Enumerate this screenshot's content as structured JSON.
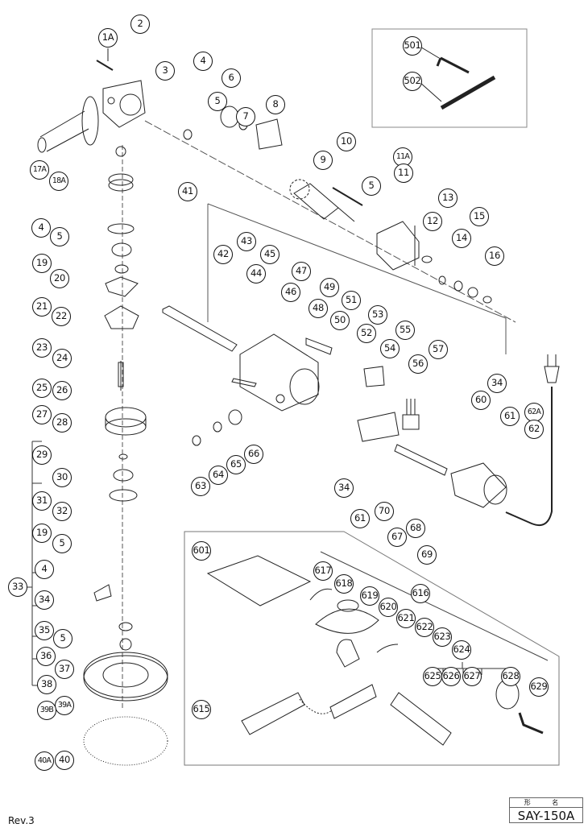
{
  "document": {
    "type": "exploded parts diagram",
    "revision": "Rev.3",
    "model_label_header": "形 名",
    "model": "SAY-150A"
  },
  "callouts": [
    {
      "id": "1A"
    },
    {
      "id": "2"
    },
    {
      "id": "3"
    },
    {
      "id": "4"
    },
    {
      "id": "5"
    },
    {
      "id": "6"
    },
    {
      "id": "7"
    },
    {
      "id": "8"
    },
    {
      "id": "9"
    },
    {
      "id": "10"
    },
    {
      "id": "11A"
    },
    {
      "id": "11"
    },
    {
      "id": "5"
    },
    {
      "id": "12"
    },
    {
      "id": "13"
    },
    {
      "id": "14"
    },
    {
      "id": "15"
    },
    {
      "id": "16"
    },
    {
      "id": "17A"
    },
    {
      "id": "18A"
    },
    {
      "id": "41"
    },
    {
      "id": "4"
    },
    {
      "id": "5"
    },
    {
      "id": "19"
    },
    {
      "id": "20"
    },
    {
      "id": "21"
    },
    {
      "id": "22"
    },
    {
      "id": "23"
    },
    {
      "id": "24"
    },
    {
      "id": "25"
    },
    {
      "id": "26"
    },
    {
      "id": "27"
    },
    {
      "id": "28"
    },
    {
      "id": "29"
    },
    {
      "id": "30"
    },
    {
      "id": "31"
    },
    {
      "id": "32"
    },
    {
      "id": "19"
    },
    {
      "id": "5"
    },
    {
      "id": "4"
    },
    {
      "id": "33"
    },
    {
      "id": "34"
    },
    {
      "id": "35"
    },
    {
      "id": "5"
    },
    {
      "id": "36"
    },
    {
      "id": "37"
    },
    {
      "id": "38"
    },
    {
      "id": "39A"
    },
    {
      "id": "39B"
    },
    {
      "id": "40A"
    },
    {
      "id": "40"
    },
    {
      "id": "42"
    },
    {
      "id": "43"
    },
    {
      "id": "44"
    },
    {
      "id": "45"
    },
    {
      "id": "46"
    },
    {
      "id": "47"
    },
    {
      "id": "48"
    },
    {
      "id": "49"
    },
    {
      "id": "50"
    },
    {
      "id": "51"
    },
    {
      "id": "52"
    },
    {
      "id": "53"
    },
    {
      "id": "54"
    },
    {
      "id": "55"
    },
    {
      "id": "56"
    },
    {
      "id": "57"
    },
    {
      "id": "60"
    },
    {
      "id": "34"
    },
    {
      "id": "61"
    },
    {
      "id": "62A"
    },
    {
      "id": "62"
    },
    {
      "id": "63"
    },
    {
      "id": "64"
    },
    {
      "id": "65"
    },
    {
      "id": "66"
    },
    {
      "id": "34"
    },
    {
      "id": "61"
    },
    {
      "id": "70"
    },
    {
      "id": "67"
    },
    {
      "id": "68"
    },
    {
      "id": "69"
    },
    {
      "id": "501"
    },
    {
      "id": "502"
    },
    {
      "id": "601"
    },
    {
      "id": "617"
    },
    {
      "id": "618"
    },
    {
      "id": "619"
    },
    {
      "id": "620"
    },
    {
      "id": "621"
    },
    {
      "id": "616"
    },
    {
      "id": "622"
    },
    {
      "id": "623"
    },
    {
      "id": "624"
    },
    {
      "id": "625"
    },
    {
      "id": "626"
    },
    {
      "id": "627"
    },
    {
      "id": "628"
    },
    {
      "id": "629"
    },
    {
      "id": "615"
    }
  ],
  "parts_depicted": {
    "side_handle": "17A",
    "gear_cover": "2",
    "armature": "9",
    "stator": "11",
    "housing": "46",
    "switch": "54",
    "tail_cover": "60",
    "cord": "62",
    "pad": "39A",
    "sanding_disc": "40",
    "accessory_kit": [
      "501",
      "502"
    ],
    "dust_collector_kit": [
      "601",
      "615",
      "616",
      "617",
      "618",
      "619",
      "620",
      "621",
      "622",
      "623",
      "624",
      "625",
      "626",
      "627",
      "628",
      "629"
    ]
  }
}
